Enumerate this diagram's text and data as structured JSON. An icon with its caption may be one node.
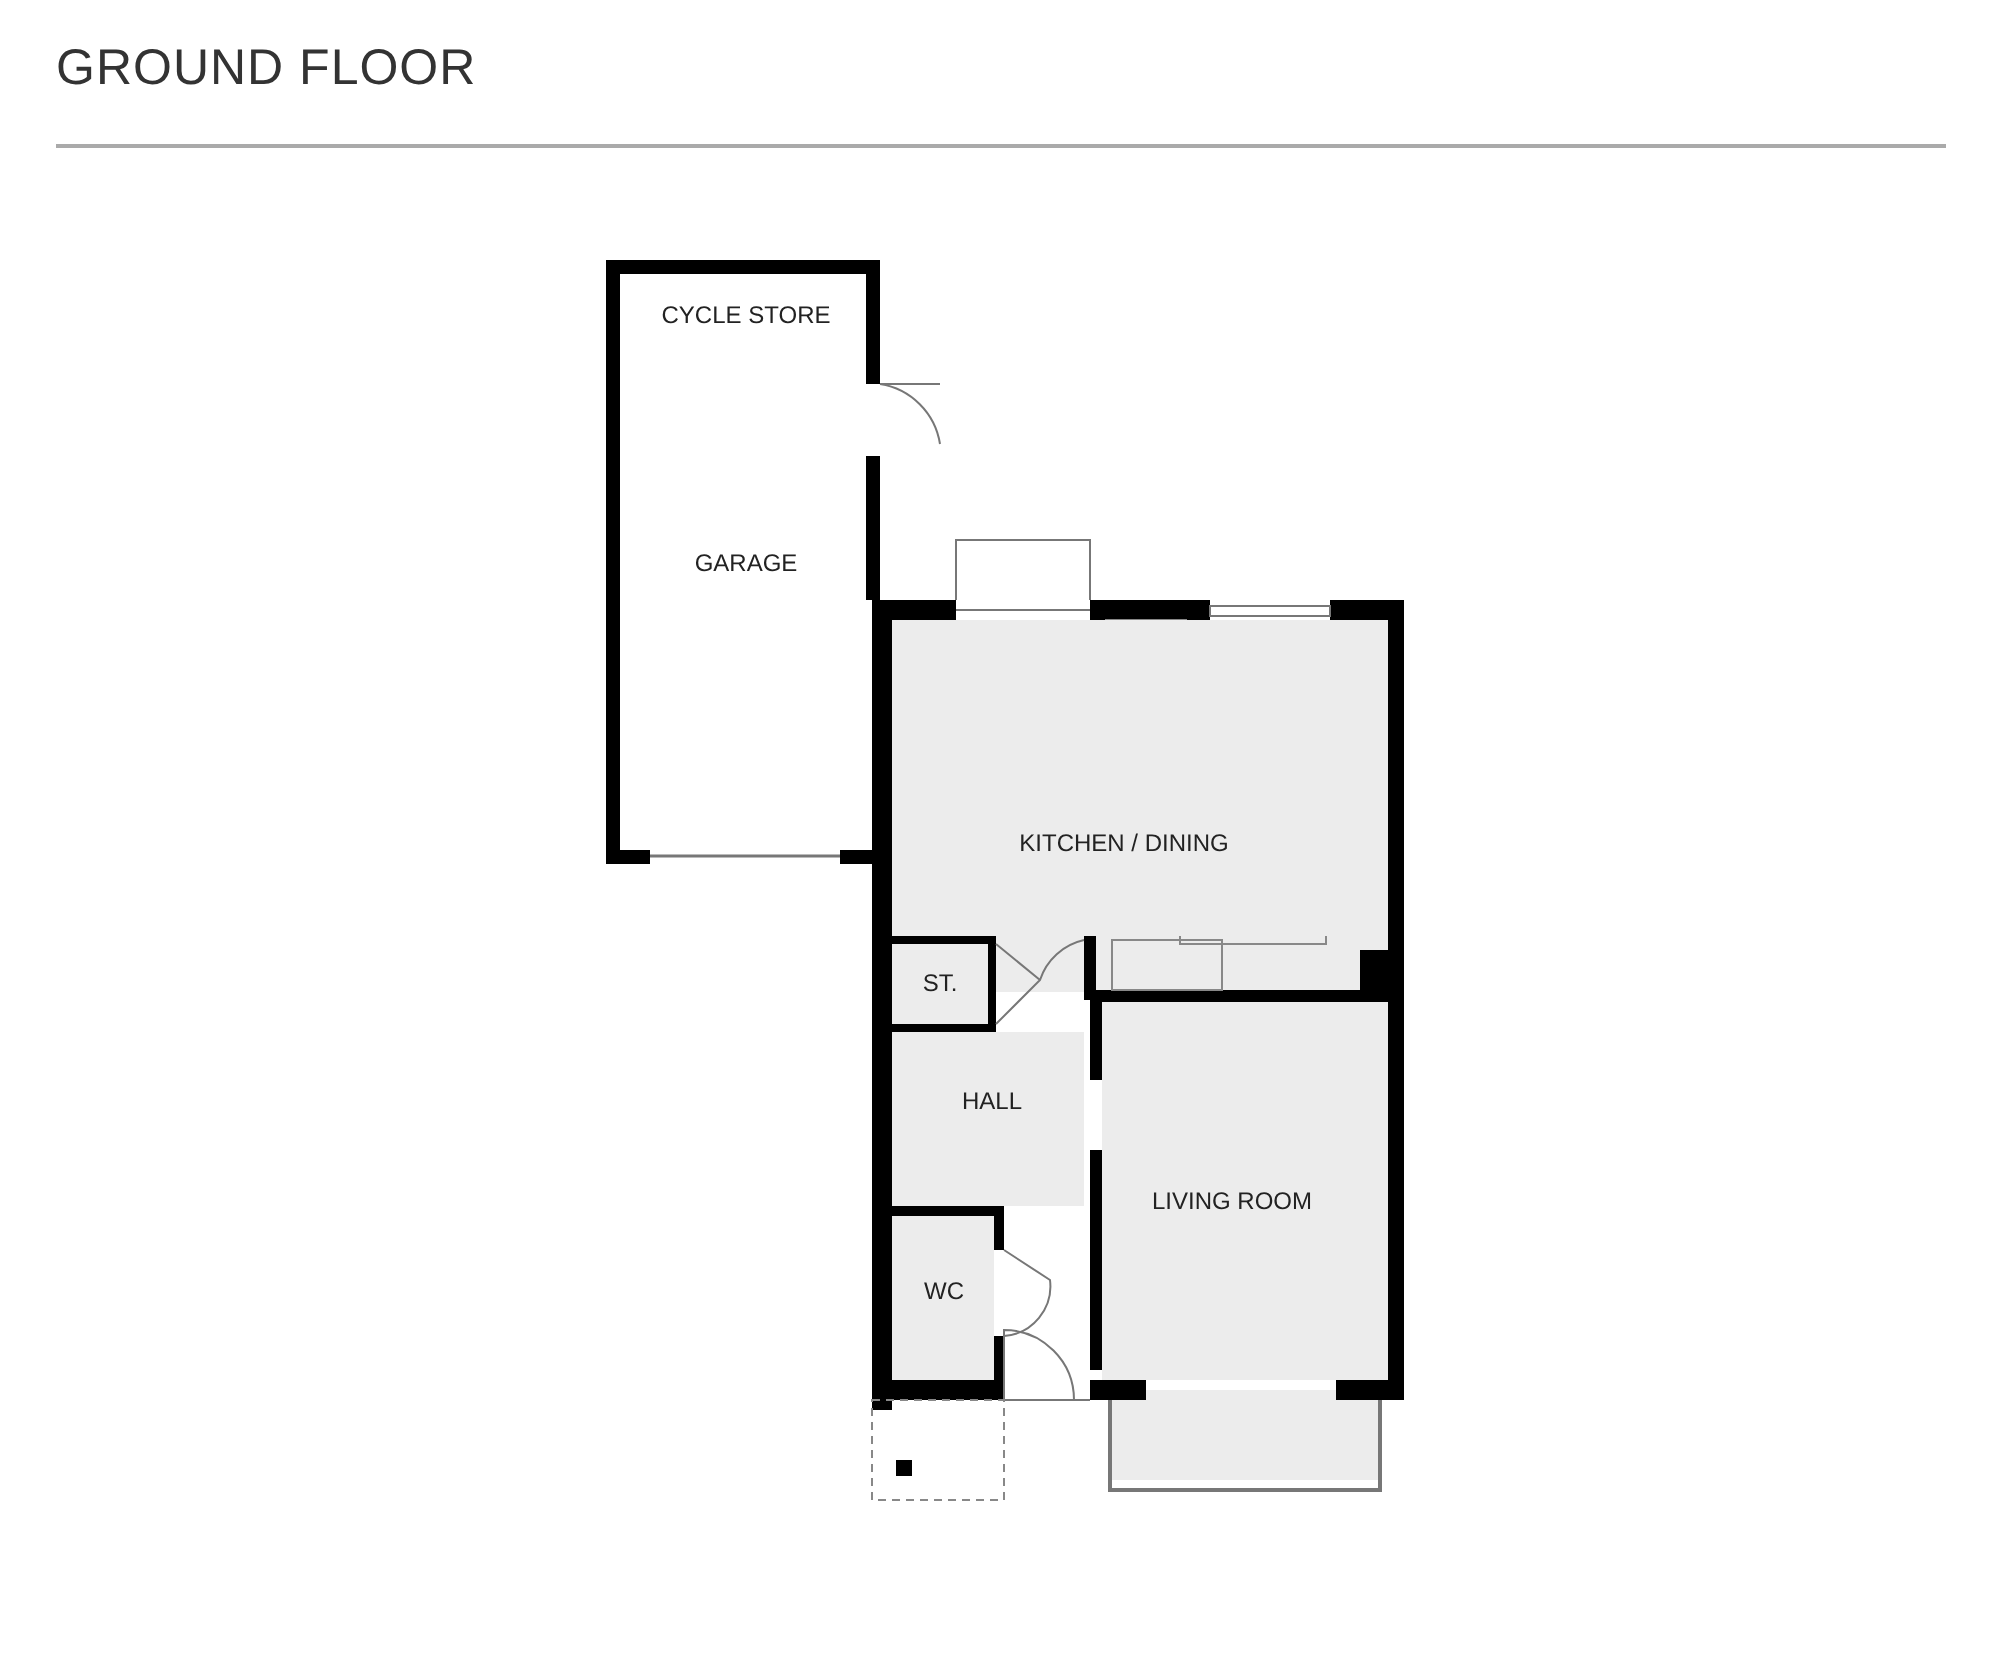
{
  "diagram": {
    "title": "GROUND FLOOR",
    "nodes": [
      {
        "text": [
          "CYCLE STORE",
          "GARAGE"
        ]
      },
      {
        "text": [
          "KITCHEN / DINING"
        ]
      },
      {
        "text": [
          "ST."
        ]
      },
      {
        "text": [
          "HALL"
        ]
      },
      {
        "text": [
          "LIVING ROOM"
        ]
      },
      {
        "text": [
          "WC"
        ]
      }
    ]
  }
}
